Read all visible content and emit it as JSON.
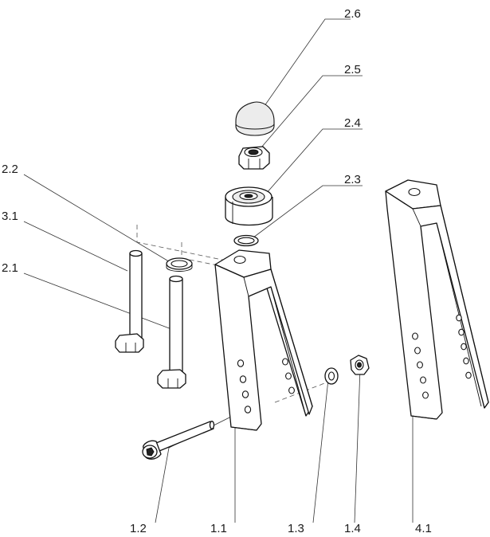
{
  "labels": {
    "p26": "2.6",
    "p25": "2.5",
    "p24": "2.4",
    "p23": "2.3",
    "p22": "2.2",
    "p31": "3.1",
    "p21": "2.1",
    "p12": "1.2",
    "p11": "1.1",
    "p13": "1.3",
    "p14": "1.4",
    "p41": "4.1"
  }
}
